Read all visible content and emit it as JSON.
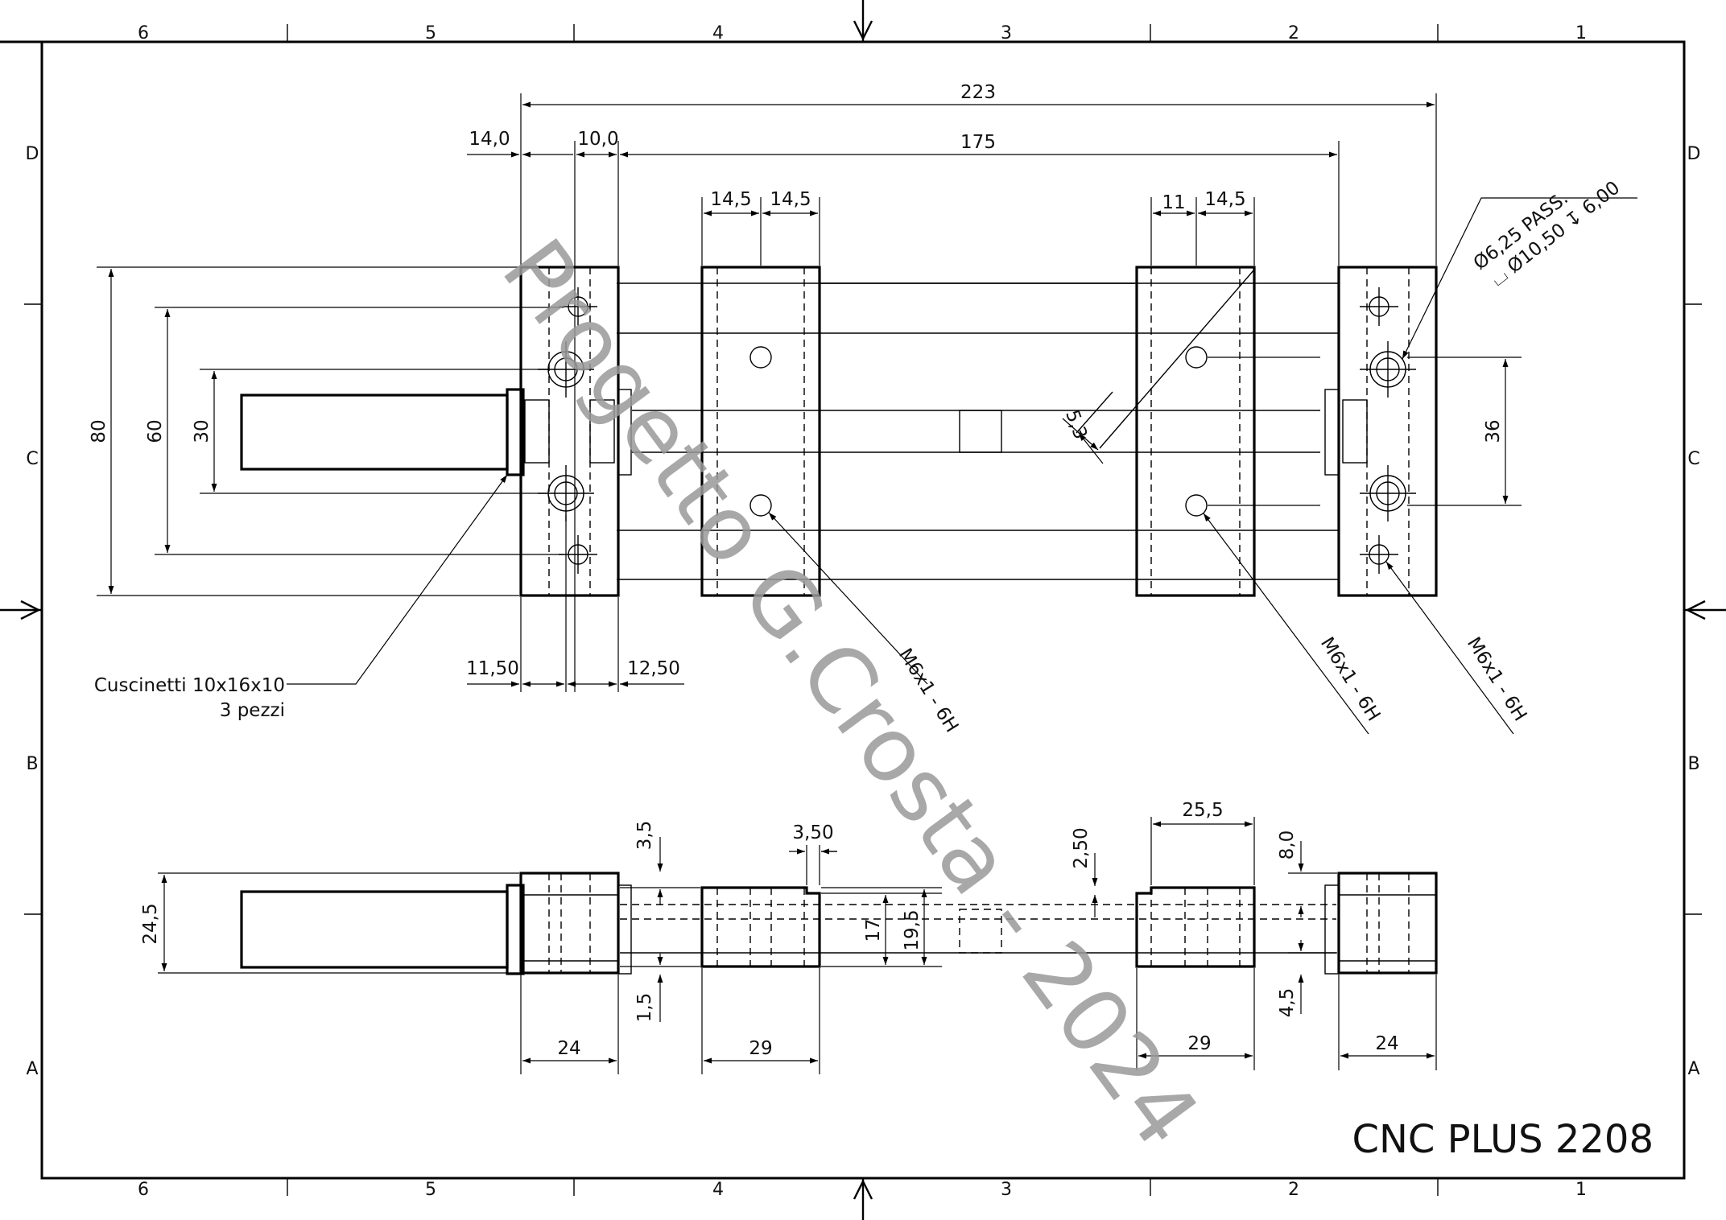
{
  "title_block": {
    "name": "CNC PLUS 2208"
  },
  "watermark": "Progetto G.Crosta - 2024",
  "zones": {
    "columns": [
      "6",
      "5",
      "4",
      "3",
      "2",
      "1"
    ],
    "rows": [
      "D",
      "C",
      "B",
      "A"
    ]
  },
  "top_view": {
    "dimensions": {
      "overall_length": "223",
      "span": "175",
      "left_edge": "14,0",
      "left_bearing": "10,0",
      "block2_left": "14,5",
      "block2_right": "14,5",
      "block3_left": "11",
      "block3_right": "14,5",
      "height_outer": "80",
      "height_mid": "60",
      "height_shaft": "30",
      "hole_spacing": "36",
      "step": "5,3",
      "left_offset": "11,50",
      "right_offset": "12,50"
    },
    "callouts": {
      "bearings_line1": "Cuscinetti 10x16x10",
      "bearings_line2": "3 pezzi",
      "counterbore_line1": "Ø6,25 PASS.",
      "counterbore_line2": "⌴ Ø10,50 ↧ 6,00",
      "thread_a": "M6x1 - 6H",
      "thread_b": "M6x1 - 6H",
      "thread_c": "M6x1 - 6H"
    }
  },
  "side_view": {
    "dimensions": {
      "height": "24,5",
      "top_gap": "3,5",
      "bottom_gap": "1,5",
      "notch": "3,50",
      "inner_17": "17",
      "inner_19_5": "19,5",
      "step_2_50": "2,50",
      "block3_width": "25,5",
      "top_8": "8,0",
      "bottom_4_5": "4,5",
      "w_left": "24",
      "w_block2": "29",
      "w_block3": "29",
      "w_right": "24"
    }
  }
}
